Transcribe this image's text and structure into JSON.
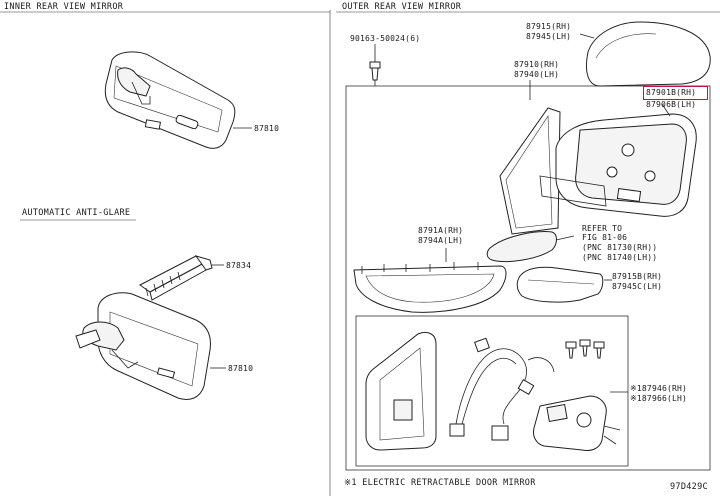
{
  "sections": {
    "inner": "INNER REAR VIEW MIRROR",
    "outer": "OUTER REAR VIEW MIRROR",
    "auto": "AUTOMATIC ANTI-GLARE"
  },
  "labels": {
    "p87810_top": "87810",
    "p87834": "87834",
    "p87810_bottom": "87810",
    "p90163": "90163-50024(6)",
    "p87915_rh": "87915(RH)",
    "p87945_lh": "87945(LH)",
    "p87910_rh": "87910(RH)",
    "p87940_lh": "87940(LH)",
    "p87901b_rh": "87901B(RH)",
    "p87906b_lh": "87906B(LH)",
    "refer_1": "REFER TO",
    "refer_2": "FIG 81-06",
    "refer_3": "(PNC 81730(RH))",
    "refer_4": "(PNC 81740(LH))",
    "p8791a_rh": "8791A(RH)",
    "p8794a_lh": "8794A(LH)",
    "p87915b_rh": "87915B(RH)",
    "p87945c_lh": "87945C(LH)",
    "p187946_rh": "※187946(RH)",
    "p187966_lh": "※187966(LH)"
  },
  "footer": {
    "note": "※1 ELECTRIC RETRACTABLE DOOR MIRROR",
    "code": "97D429C"
  },
  "highlight_color": "#c0143c"
}
